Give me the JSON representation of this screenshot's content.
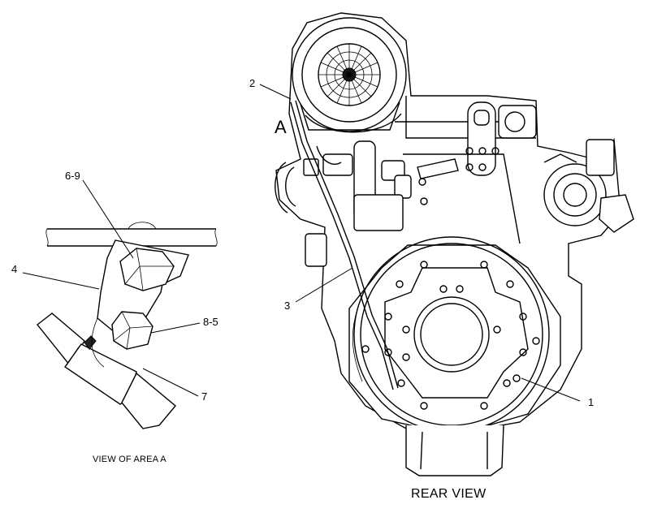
{
  "callouts": {
    "c2": "2",
    "cA": "A",
    "c3": "3",
    "c1": "1",
    "c69": "6-9",
    "c4": "4",
    "c85": "8-5",
    "c7": "7"
  },
  "captions": {
    "view_of_area": "VIEW OF AREA A",
    "rear_view": "REAR VIEW"
  }
}
